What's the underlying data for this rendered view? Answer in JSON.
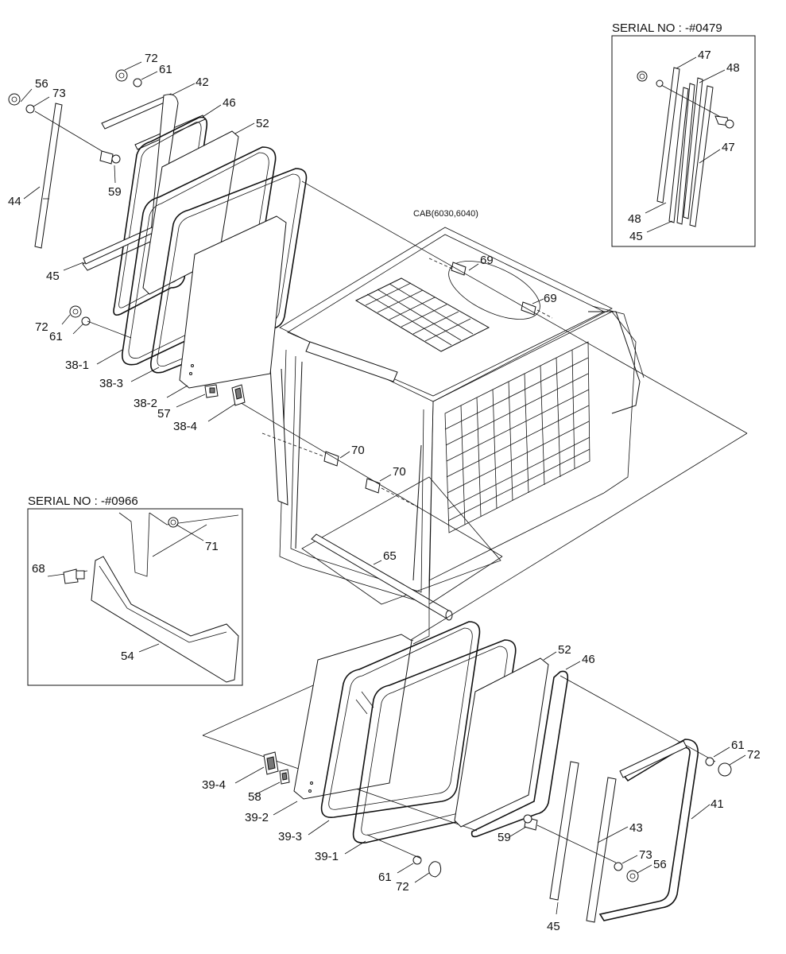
{
  "cab_label": "CAB(6030,6040)",
  "insets": {
    "serial_top": "SERIAL NO : -#0479",
    "serial_bottom": "SERIAL NO : -#0966"
  },
  "part_labels": {
    "p72_tl": "72",
    "p61_tl": "61",
    "p42": "42",
    "p46_tl": "46",
    "p52_tl": "52",
    "p56_tl": "56",
    "p73_tl": "73",
    "p59_tl": "59",
    "p44": "44",
    "p45_tl": "45",
    "p72_ml": "72",
    "p61_ml": "61",
    "p38_1": "38-1",
    "p38_3": "38-3",
    "p38_2": "38-2",
    "p57": "57",
    "p38_4": "38-4",
    "p69_a": "69",
    "p69_b": "69",
    "p70_a": "70",
    "p70_b": "70",
    "p47_a": "47",
    "p48_a": "48",
    "p47_b": "47",
    "p48_b": "48",
    "p45_tr": "45",
    "p71": "71",
    "p68": "68",
    "p54": "54",
    "p65": "65",
    "p52_br": "52",
    "p46_br": "46",
    "p61_br": "61",
    "p72_br": "72",
    "p41": "41",
    "p39_4": "39-4",
    "p58": "58",
    "p39_2": "39-2",
    "p39_3": "39-3",
    "p39_1": "39-1",
    "p59_br": "59",
    "p43": "43",
    "p73_br": "73",
    "p56_br": "56",
    "p61_bot": "61",
    "p72_bot": "72",
    "p45_bot": "45"
  }
}
